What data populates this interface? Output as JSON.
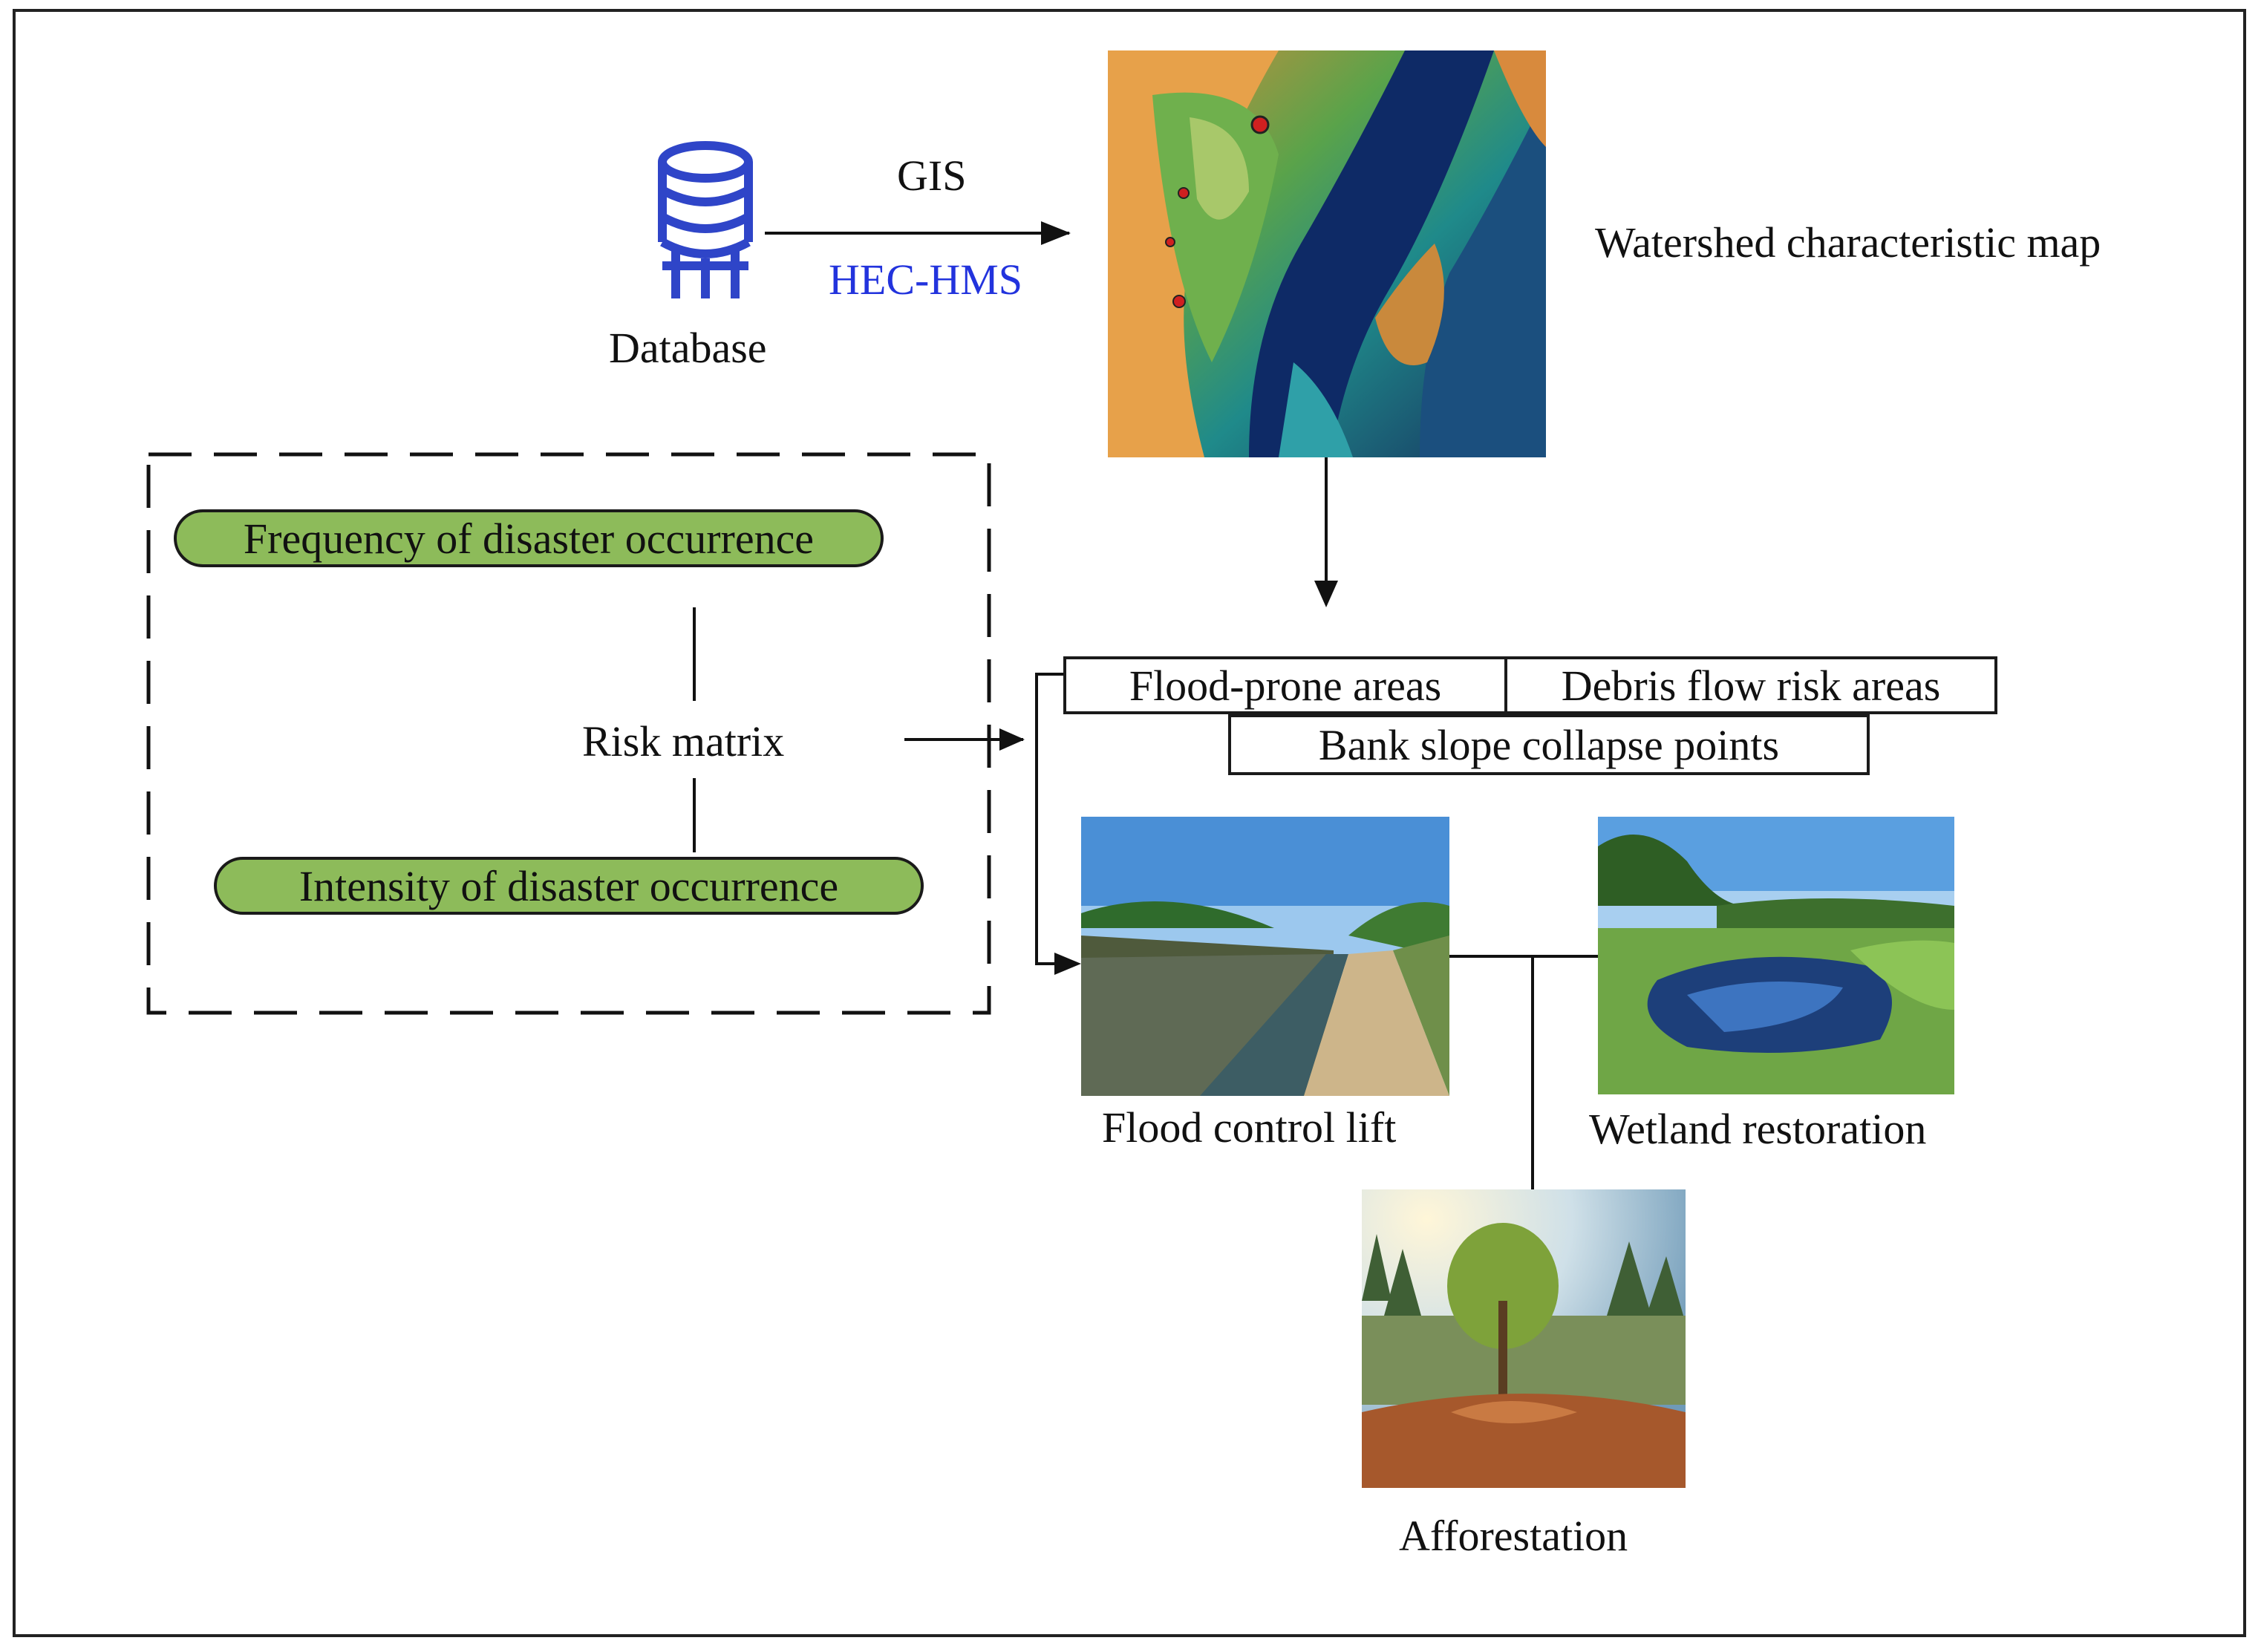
{
  "database": {
    "label": "Database",
    "icon": "database-icon",
    "color": "#2f45c8"
  },
  "arrow_top": {
    "above": "GIS",
    "below": "HEC-HMS",
    "below_color": "#2233dd"
  },
  "watershed": {
    "label": "Watershed characteristic map",
    "image": "watershed-terrain-map"
  },
  "risk": {
    "frequency": "Frequency of disaster occurrence",
    "intensity": "Intensity of disaster occurrence",
    "matrix": "Risk matrix",
    "pill_color": "#8dbb5a"
  },
  "areas": {
    "flood": "Flood-prone areas",
    "debris": "Debris flow risk areas",
    "bank": "Bank slope collapse points"
  },
  "measures": {
    "flood_lift": "Flood control lift",
    "wetland": "Wetland restoration",
    "afforestation": "Afforestation"
  }
}
